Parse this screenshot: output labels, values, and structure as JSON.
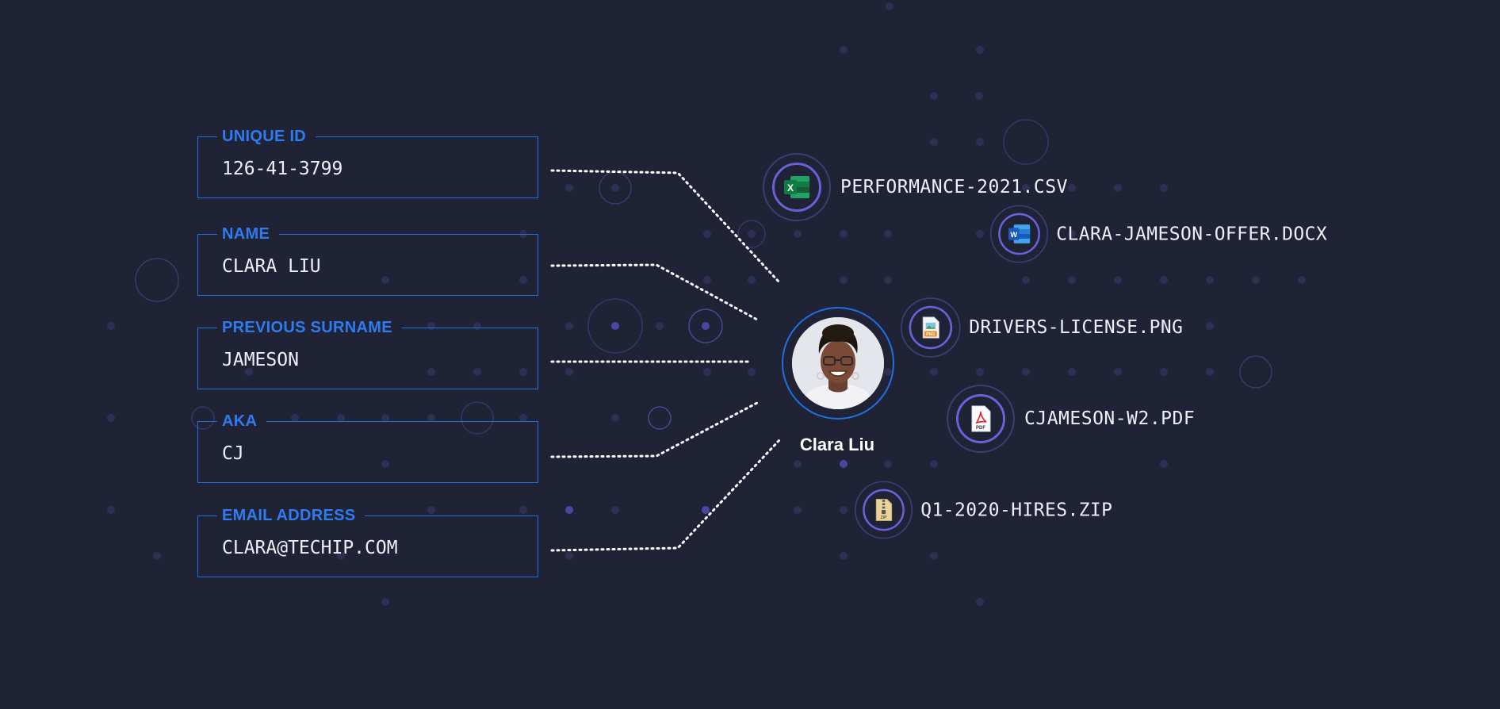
{
  "fields": [
    {
      "label": "UNIQUE ID",
      "value": "126-41-3799"
    },
    {
      "label": "NAME",
      "value": "CLARA LIU"
    },
    {
      "label": "PREVIOUS SURNAME",
      "value": "JAMESON"
    },
    {
      "label": "AKA",
      "value": "CJ"
    },
    {
      "label": "EMAIL ADDRESS",
      "value": "CLARA@TECHIP.COM"
    }
  ],
  "person": {
    "name": "Clara Liu"
  },
  "files": [
    {
      "name": "PERFORMANCE-2021.CSV",
      "icon": "excel-icon"
    },
    {
      "name": "CLARA-JAMESON-OFFER.DOCX",
      "icon": "word-icon"
    },
    {
      "name": "DRIVERS-LICENSE.PNG",
      "icon": "png-image-icon"
    },
    {
      "name": "CJAMESON-W2.PDF",
      "icon": "pdf-icon"
    },
    {
      "name": "Q1-2020-HIRES.ZIP",
      "icon": "zip-archive-icon"
    }
  ],
  "colors": {
    "background": "#202236",
    "accent_blue": "#1f6fe0",
    "label_blue": "#2f7bf0",
    "icon_ring": "#6a61d8"
  }
}
